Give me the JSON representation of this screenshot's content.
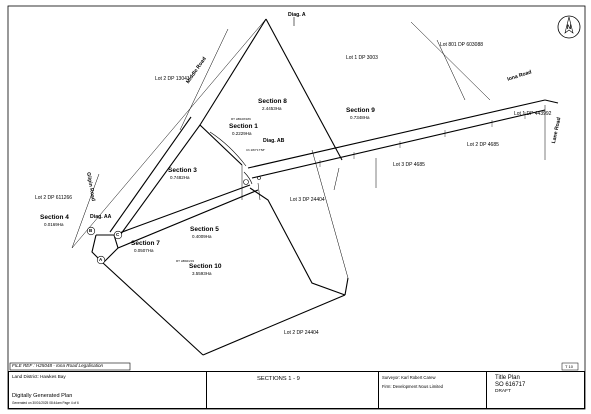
{
  "plan": {
    "lots": {
      "lot2_dp13041": "Lot 2 DP 13041",
      "lot1_dp3003": "Lot 1 DP 3003",
      "lot801_dp603088": "Lot 801 DP 603088",
      "lot2_dp4685": "Lot 2 DP 4685",
      "lot1_dp443992": "Lot 1 DP 443992",
      "lot3_dp4685": "Lot 3 DP 4685",
      "lot3_dp24404": "Lot 3 DP 24404",
      "lot2_dp611266": "Lot 2 DP 611266",
      "lot2_dp24404": "Lot 2 DP 24404"
    },
    "sections": [
      {
        "name": "Section 8",
        "area": "2.4453Ha"
      },
      {
        "name": "Section 1",
        "area": "0.2229Ha"
      },
      {
        "name": "Section 9",
        "area": "0.7348Ha"
      },
      {
        "name": "Section 3",
        "area": "0.7482Ha"
      },
      {
        "name": "Section 4",
        "area": "0.0169Ha"
      },
      {
        "name": "Section 7",
        "area": "0.0507Ha"
      },
      {
        "name": "Section 5",
        "area": "0.4009Ha"
      },
      {
        "name": "Section 10",
        "area": "3.5593Ha"
      }
    ],
    "roads": {
      "middle_road": "Middle Road",
      "iona_road": "Iona Road",
      "lane_road": "Lane Road",
      "gilpin_road": "Gilpin Road"
    },
    "diagrams": {
      "diag_a": "Diag. A",
      "diag_ab": "Diag. AB",
      "diag_aa": "Diag. AA"
    },
    "points": {
      "A": "A",
      "B": "B",
      "C": "C"
    },
    "north": "N",
    "rt_label_1": "RT HB108/189",
    "rt_label_2": "RT HB92/233",
    "arc_label": "Ch 283°17'58\"",
    "file_ref": "FILE REF : H25048 - Iona Road Legalisation",
    "sheet_no": "T 10"
  },
  "footer": {
    "land_district": "Land District: Hawkes Bay",
    "generated": "Digitally Generated Plan",
    "generated_sub": "Generated on 30/01/2025 08:44am Page 4 of 6",
    "sections_title": "SECTIONS 1 - 9",
    "surveyor": "Surveyor: Karl Robert Carew",
    "firm": "Firm: Development Nous Limited",
    "plan_type": "Title Plan",
    "plan_number": "SO 616717",
    "status": "DRAFT"
  }
}
